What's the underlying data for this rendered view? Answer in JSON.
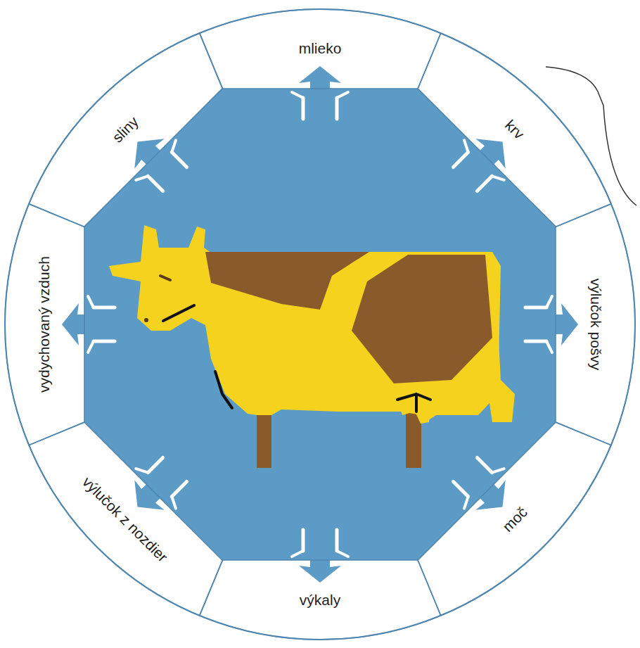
{
  "diagram": {
    "nodes": [
      {
        "text": [
          "mlieko"
        ]
      },
      {
        "text": [
          "krv"
        ]
      },
      {
        "text": [
          "výlučok pošvy"
        ]
      },
      {
        "text": [
          "moč"
        ]
      },
      {
        "text": [
          "výkaly"
        ]
      },
      {
        "text": [
          "výlučok z nozdier"
        ]
      },
      {
        "text": [
          "vydychovaný vzduch"
        ]
      },
      {
        "text": [
          "sliny"
        ]
      }
    ]
  }
}
